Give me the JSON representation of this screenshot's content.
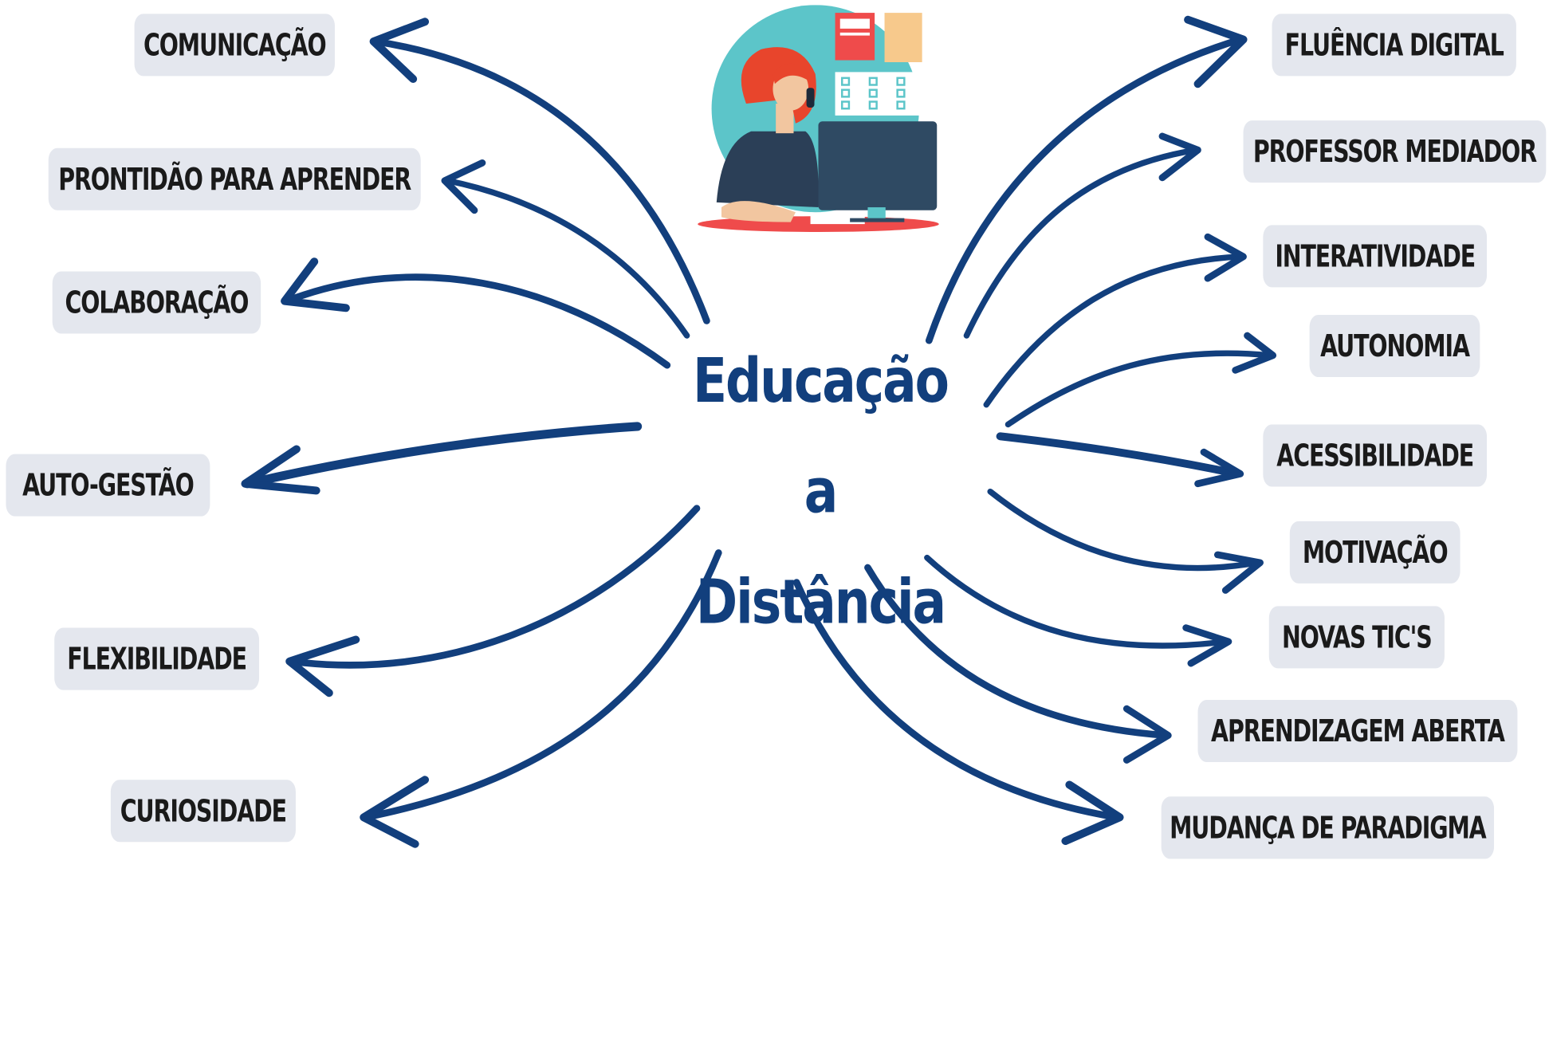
{
  "center": {
    "line1": "Educação a",
    "line2": "Distância"
  },
  "left_nodes": [
    "COMUNICAÇÃO",
    "PRONTIDÃO PARA APRENDER",
    "COLABORAÇÃO",
    "AUTO-GESTÃO",
    "FLEXIBILIDADE",
    "CURIOSIDADE"
  ],
  "right_nodes": [
    "FLUÊNCIA DIGITAL",
    "PROFESSOR MEDIADOR",
    "INTERATIVIDADE",
    "AUTONOMIA",
    "ACESSIBILIDADE",
    "MOTIVAÇÃO",
    "NOVAS TIC'S",
    "APRENDIZAGEM ABERTA",
    "MUDANÇA DE PARADIGMA"
  ],
  "colors": {
    "arrow": "#123f7d",
    "pill": "#e4e7ee",
    "title": "#123f7d"
  },
  "illustration": "woman-at-computer-on-phone-icon"
}
